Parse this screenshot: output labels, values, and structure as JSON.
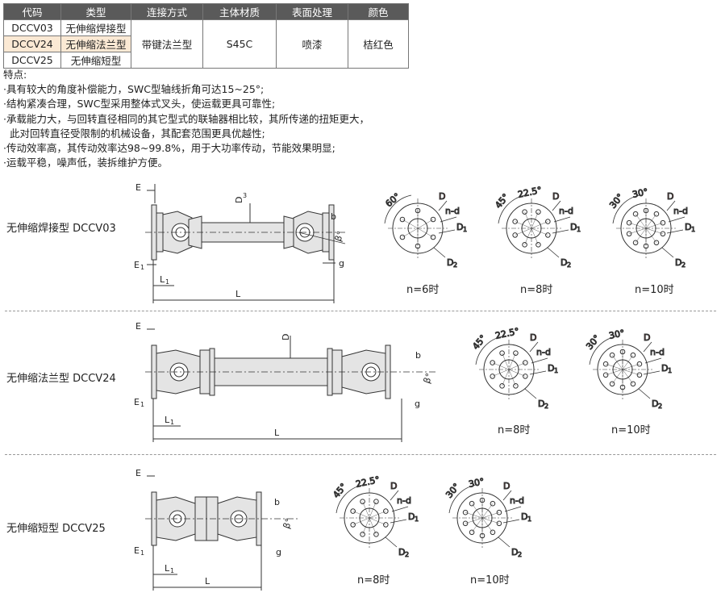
{
  "table": {
    "headers": [
      "代码",
      "类型",
      "连接方式",
      "主体材质",
      "表面处理",
      "颜色"
    ],
    "rows": [
      {
        "code": "DCCV03",
        "type": "无伸缩焊接型"
      },
      {
        "code": "DCCV24",
        "type": "无伸缩法兰型"
      },
      {
        "code": "DCCV25",
        "type": "无伸缩短型"
      }
    ],
    "connection": "带键法兰型",
    "material": "S45C",
    "surface": "喷漆",
    "color": "桔红色"
  },
  "features": {
    "title": "特点:",
    "items": [
      "·具有较大的角度补偿能力，SWC型轴线折角可达15~25°;",
      "·结构紧凑合理，SWC型采用整体式叉头，使运载更具可靠性;",
      "·承载能力大，与回转直径相同的其它型式的联轴器相比较，其所传递的扭矩更大，",
      "  此对回转直径受限制的机械设备，其配套范围更具优越性;",
      "·传动效率高，其传动效率达98~99.8%，用于大功率传动，节能效果明显;",
      "·运载平稳，噪声低，装拆维护方便。"
    ]
  },
  "dims": {
    "E": "E",
    "E1": "E",
    "E1_sub": "1",
    "L1": "L",
    "L1_sub": "1",
    "L": "L",
    "D3": "D",
    "D3_sub": "3",
    "b": "b",
    "beta": "β°",
    "g": "g",
    "D": "D",
    "nd": "n-d",
    "D1": "D",
    "D1_sub": "1",
    "D2": "D",
    "D2_sub": "2"
  },
  "angles": {
    "a60": "60°",
    "a45": "45°",
    "a225": "22.5°",
    "a30": "30°"
  },
  "colors": {
    "red": "#d9261c",
    "line": "#333333",
    "body": "#e4e4e4"
  },
  "sections": [
    {
      "label": "无伸缩焊接型 DCCV03",
      "views": [
        "n=6时",
        "n=8时",
        "n=10时"
      ]
    },
    {
      "label": "无伸缩法兰型 DCCV24",
      "views": [
        "n=8时",
        "n=10时"
      ]
    },
    {
      "label": "无伸缩短型 DCCV25",
      "views": [
        "n=8时",
        "n=10时"
      ]
    }
  ]
}
